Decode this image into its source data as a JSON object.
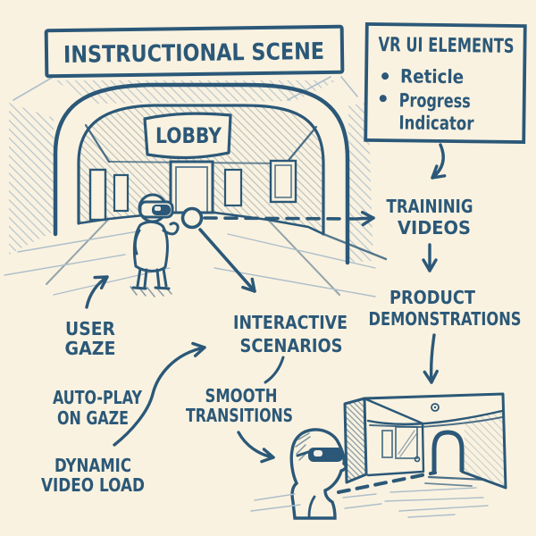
{
  "colors": {
    "ink": "#2b5878",
    "background": "#faf2e0",
    "pencil": "#adbfcb"
  },
  "scene": {
    "title": "INSTRUCTIONAL SCENE",
    "lobby_sign": "LOBBY"
  },
  "vr_ui_panel": {
    "title": "VR UI ELEMENTS",
    "bullets": [
      {
        "line1": "Reticle"
      },
      {
        "line1": "Progress",
        "line2": "Indicator"
      }
    ]
  },
  "flow": {
    "training_videos": {
      "line1": "TRAININIG",
      "line2": "VIDEOS"
    },
    "product_demonstrations": {
      "line1": "PRODUCT",
      "line2": "DEMONSTRATIONS"
    },
    "interactive_scenarios": {
      "line1": "INTERACTIVE",
      "line2": "SCENARIOS"
    }
  },
  "labels": {
    "user_gaze": {
      "line1": "USER",
      "line2": "GAZE"
    },
    "auto_play_on_gaze": {
      "line1": "AUTO-PLAY",
      "line2": "ON GAZE"
    },
    "dynamic_video_load": {
      "line1": "DYNAMIC",
      "line2": "VIDEO LOAD"
    },
    "smooth_transitions": {
      "line1": "SMOOTH",
      "line2": "TRANSITIONS"
    }
  }
}
